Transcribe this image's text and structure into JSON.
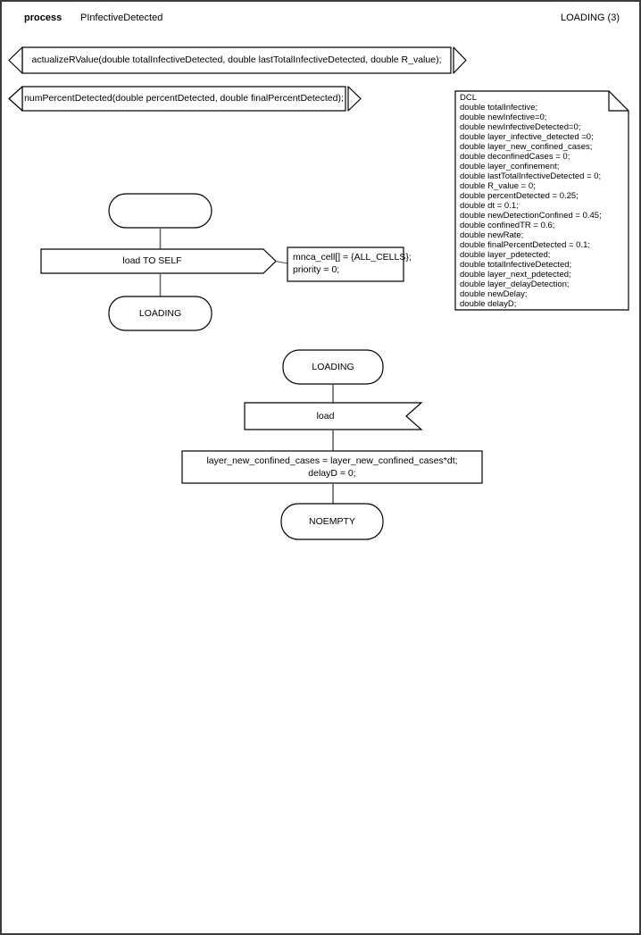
{
  "header": {
    "kind_label": "process",
    "process_name": "PInfectiveDetected",
    "page_label": "LOADING (3)"
  },
  "signals": {
    "signal1": "actualizeRValue(double totalInfectiveDetected, double lastTotalInfectiveDetected, double R_value);",
    "signal2": "numPercentDetected(double percentDetected, double finalPercentDetected);"
  },
  "declarations": {
    "lines": [
      "DCL",
      "double totalInfective;",
      "double newInfective=0;",
      "double newInfectiveDetected=0;",
      "double layer_infective_detected =0;",
      "double layer_new_confined_cases;",
      "double deconfinedCases = 0;",
      "double layer_confinement;",
      "double lastTotalInfectiveDetected = 0;",
      "double R_value = 0;",
      "double percentDetected = 0.25;",
      "double dt = 0.1;",
      "double newDetectionConfined = 0.45;",
      "double confinedTR = 0.6;",
      "double newRate;",
      "double finalPercentDetected = 0.1;",
      "double layer_pdetected;",
      "double totalInfectiveDetected;",
      "double layer_next_pdetected;",
      "double layer_delayDetection;",
      "double newDelay;",
      "double delayD;"
    ]
  },
  "flow_start": {
    "output_label": "load TO SELF",
    "comment_lines": [
      "mnca_cell[] = {ALL_CELLS};",
      "priority = 0;"
    ],
    "next_state_label": "LOADING"
  },
  "flow_loading": {
    "state_label": "LOADING",
    "input_label": "load",
    "task_lines": [
      "layer_new_confined_cases = layer_new_confined_cases*dt;",
      "delayD = 0;"
    ],
    "next_state_label": "NOEMPTY"
  },
  "colors": {
    "shape_stroke": "#000000",
    "connector_stroke": "#6b6b6b",
    "frame_stroke": "#3c3c3c",
    "background": "#ffffff"
  }
}
